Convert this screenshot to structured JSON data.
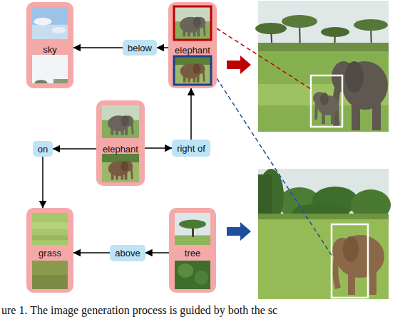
{
  "diagram": {
    "caption": "ure 1. The image generation process is guided by both the sc",
    "nodes": [
      {
        "text": [
          "sky"
        ]
      },
      {
        "text": [
          "below"
        ]
      },
      {
        "text": [
          "elephant"
        ]
      },
      {
        "text": [
          "on"
        ]
      },
      {
        "text": [
          "elephant"
        ]
      },
      {
        "text": [
          "right of"
        ]
      },
      {
        "text": [
          "grass"
        ]
      },
      {
        "text": [
          "above"
        ]
      },
      {
        "text": [
          "tree"
        ]
      }
    ],
    "edges": [
      {
        "from": 2,
        "to": 1,
        "arrow": "to"
      },
      {
        "from": 1,
        "to": 0,
        "arrow": "to"
      },
      {
        "from": 4,
        "to": 5,
        "arrow": "to"
      },
      {
        "from": 5,
        "to": 2,
        "arrow": "to"
      },
      {
        "from": 4,
        "to": 3,
        "arrow": "to"
      },
      {
        "from": 3,
        "to": 6,
        "arrow": "to"
      },
      {
        "from": 8,
        "to": 7,
        "arrow": "to"
      },
      {
        "from": 7,
        "to": 6,
        "arrow": "to"
      }
    ]
  }
}
